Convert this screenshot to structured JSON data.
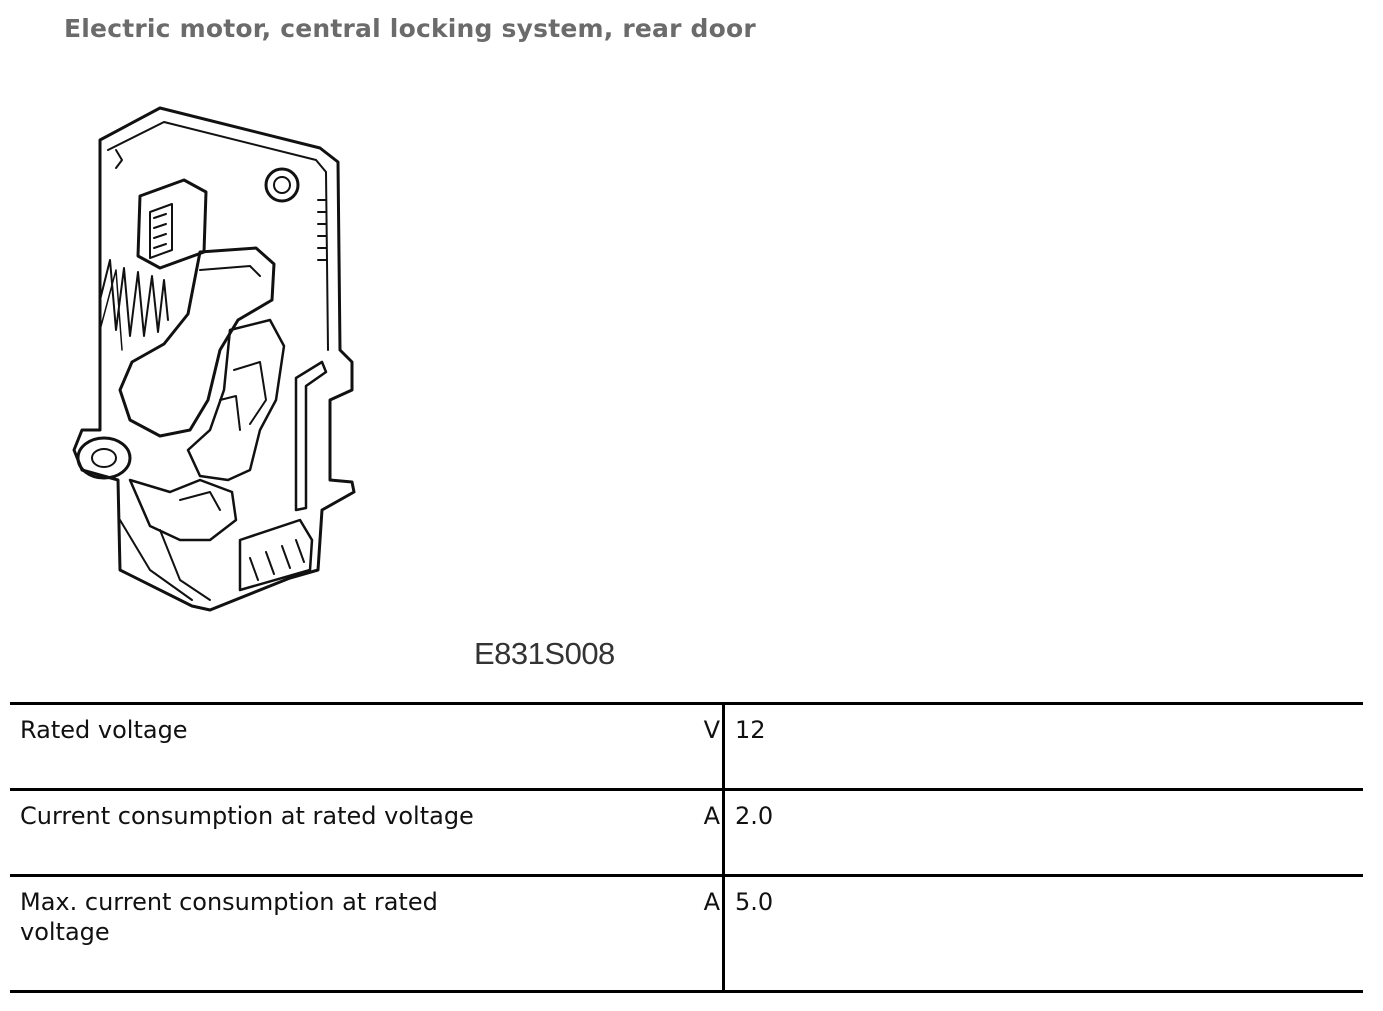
{
  "title": "Electric motor, central locking system, rear door",
  "figure": {
    "code": "E831S008",
    "icon": "central-locking-motor-illustration"
  },
  "specs": [
    {
      "label": "Rated voltage",
      "unit": "V",
      "value": "12"
    },
    {
      "label": "Current consumption at rated voltage",
      "unit": "A",
      "value": "2.0"
    },
    {
      "label": "Max. current consumption at rated voltage",
      "unit": "A",
      "value": "5.0"
    }
  ]
}
